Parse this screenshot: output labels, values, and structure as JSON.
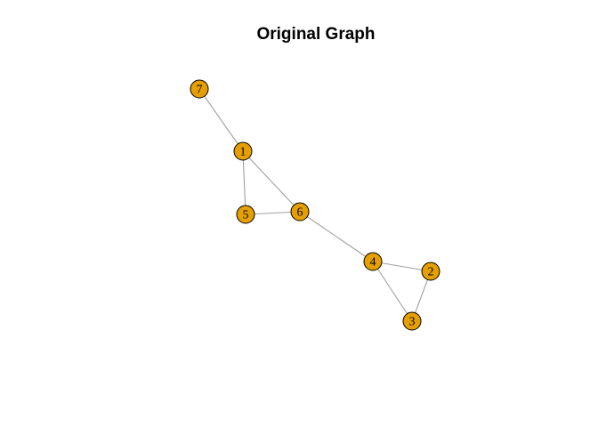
{
  "title": "Original Graph",
  "colors": {
    "node_fill": "#e69f00",
    "node_stroke": "#000000",
    "edge": "#a0a0a0"
  },
  "nodes": [
    {
      "id": "1",
      "label": "1"
    },
    {
      "id": "2",
      "label": "2"
    },
    {
      "id": "3",
      "label": "3"
    },
    {
      "id": "4",
      "label": "4"
    },
    {
      "id": "5",
      "label": "5"
    },
    {
      "id": "6",
      "label": "6"
    },
    {
      "id": "7",
      "label": "7"
    }
  ],
  "edges": [
    {
      "source": "7",
      "target": "1"
    },
    {
      "source": "1",
      "target": "5"
    },
    {
      "source": "1",
      "target": "6"
    },
    {
      "source": "5",
      "target": "6"
    },
    {
      "source": "6",
      "target": "4"
    },
    {
      "source": "4",
      "target": "2"
    },
    {
      "source": "4",
      "target": "3"
    },
    {
      "source": "2",
      "target": "3"
    }
  ]
}
